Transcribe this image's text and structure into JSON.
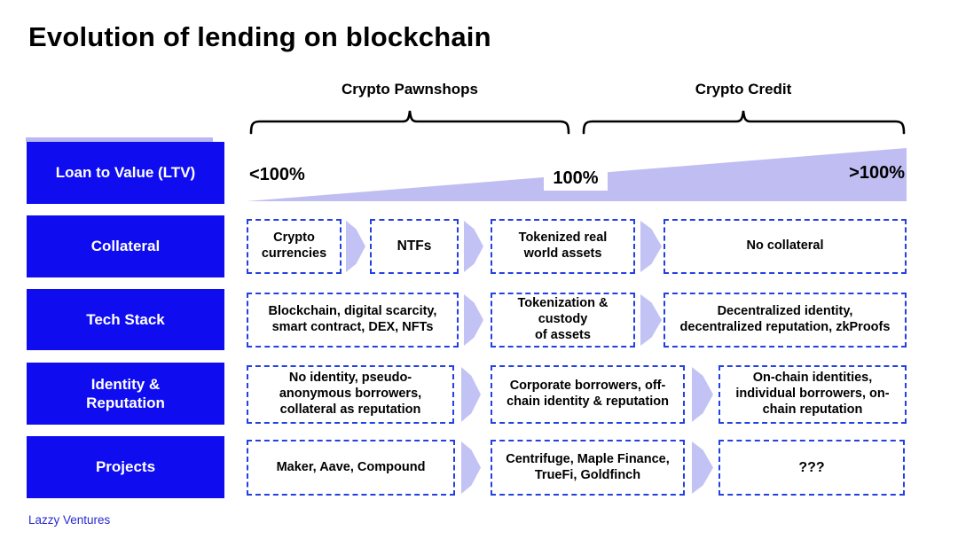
{
  "title": "Evolution of lending on blockchain",
  "brand": "Lazzy Ventures",
  "groups": {
    "pawnshops": "Crypto Pawnshops",
    "credit": "Crypto Credit"
  },
  "ltv": {
    "label": "Loan to Value (LTV)",
    "left": "<100%",
    "mid": "100%",
    "right": ">100%"
  },
  "rows": {
    "collateral": {
      "label": "Collateral",
      "boxes": [
        "Crypto\ncurrencies",
        "NTFs",
        "Tokenized real\nworld assets",
        "No collateral"
      ]
    },
    "tech": {
      "label": "Tech Stack",
      "boxes": [
        "Blockchain, digital scarcity,\nsmart contract, DEX, NFTs",
        "Tokenization &\ncustody\nof assets",
        "Decentralized identity,\ndecentralized reputation, zkProofs"
      ]
    },
    "identity": {
      "label": "Identity &\nReputation",
      "boxes": [
        "No identity, pseudo-\nanonymous borrowers,\ncollateral as reputation",
        "Corporate borrowers, off-\nchain identity & reputation",
        "On-chain identities,\nindividual borrowers, on-\nchain reputation"
      ]
    },
    "projects": {
      "label": "Projects",
      "boxes": [
        "Maker, Aave, Compound",
        "Centrifuge, Maple Finance,\nTrueFi, Goldfinch",
        "???"
      ]
    }
  },
  "colors": {
    "row_label_bg": "#0f0df0",
    "dashed_border": "#2441e0",
    "arrow_fill": "#c3c2f5",
    "triangle_fill": "#bfbdf2",
    "brand_text": "#2a2ad0"
  }
}
